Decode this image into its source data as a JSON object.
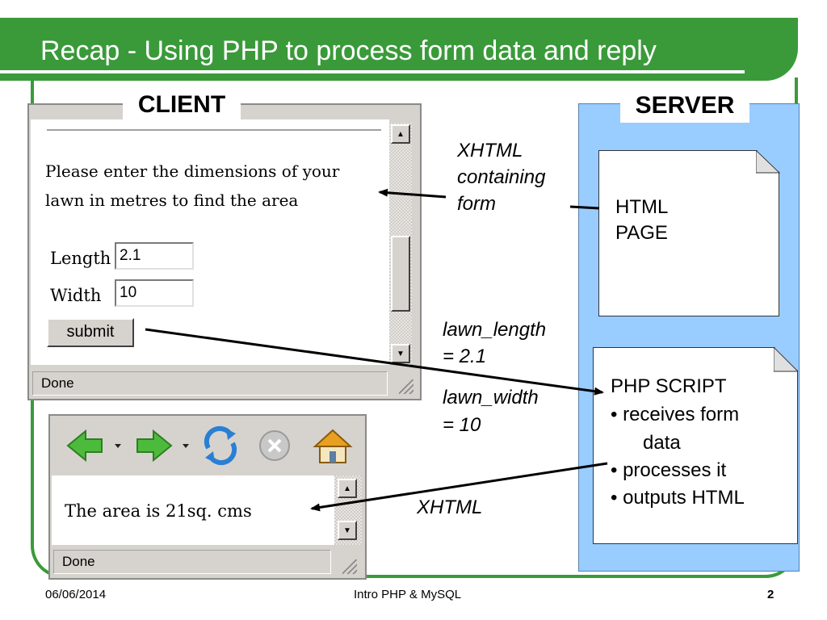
{
  "title": "Recap - Using PHP to process form data and reply",
  "client_label": "CLIENT",
  "server_label": "SERVER",
  "form_browser": {
    "prompt_line1": "Please enter the dimensions of your",
    "prompt_line2": "lawn in metres to find the area",
    "length_label": "Length",
    "length_value": "2.1",
    "width_label": "Width",
    "width_value": "10",
    "submit_label": "submit",
    "status": "Done"
  },
  "result_browser": {
    "result_text": "The area is 21sq. cms",
    "status": "Done"
  },
  "annotations": {
    "xhtml_form_line1": "XHTML",
    "xhtml_form_line2": "containing",
    "xhtml_form_line3": "form",
    "lawn_length_line1": "lawn_length",
    "lawn_length_line2": "= 2.1",
    "lawn_width_line1": "lawn_width",
    "lawn_width_line2": "= 10",
    "xhtml_reply": "XHTML"
  },
  "server": {
    "html_page_line1": "HTML",
    "html_page_line2": "PAGE",
    "php_line1": "PHP SCRIPT",
    "php_line2": "• receives form",
    "php_line3": "data",
    "php_line4": "• processes it",
    "php_line5": "• outputs HTML"
  },
  "footer": {
    "date": "06/06/2014",
    "center": "Intro PHP & MySQL",
    "page_number": "2"
  },
  "colors": {
    "title_green": "#3a9a3a",
    "server_blue": "#99ccff",
    "nav_arrow_green": "#4cbb3c"
  }
}
